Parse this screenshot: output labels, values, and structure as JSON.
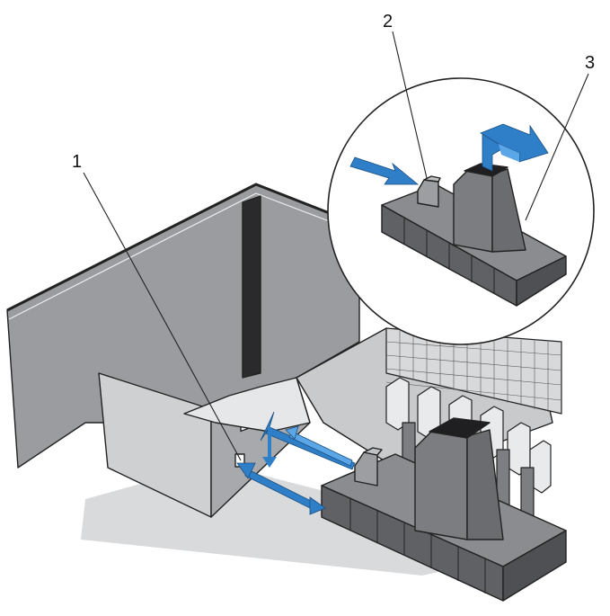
{
  "callouts": [
    {
      "id": "1",
      "label": "1"
    },
    {
      "id": "2",
      "label": "2"
    },
    {
      "id": "3",
      "label": "3"
    }
  ],
  "colors": {
    "arrow_blue": "#2f7fc8",
    "arrow_blue_light": "#5aa6e6",
    "part_dark": "#6f7174",
    "part_mid": "#8d8f92",
    "part_light": "#b3b5b8",
    "chassis_light": "#d4d5d7",
    "outline": "#222222"
  }
}
